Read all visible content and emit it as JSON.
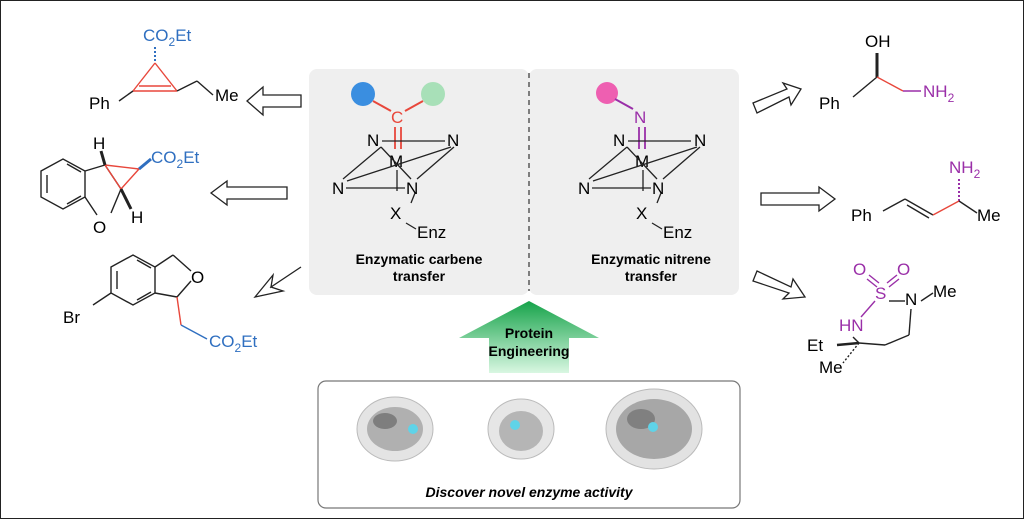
{
  "colors": {
    "blue": "#2f6fc0",
    "red": "#e8473b",
    "magenta": "#9a2fa8",
    "pink": "#ee5fb1",
    "green_ball": "#a8e0b8",
    "blue_ball": "#3a8ee0",
    "panel_bg": "#f0f0f0",
    "arrow_green": "#22c55e"
  },
  "carbene": {
    "c_atom": "C",
    "m_atom": "M",
    "n_atom": "N",
    "x_atom": "X",
    "enz": "Enz",
    "label_line1": "Enzymatic carbene",
    "label_line2": "transfer"
  },
  "nitrene": {
    "n_top": "N",
    "m_atom": "M",
    "n_atom": "N",
    "x_atom": "X",
    "enz": "Enz",
    "label_line1": "Enzymatic nitrene",
    "label_line2": "transfer"
  },
  "arrow": {
    "line1": "Protein",
    "line2": "Engineering"
  },
  "bottom": {
    "caption": "Discover novel enzyme activity"
  },
  "products": {
    "cyclopropene": {
      "ester": "CO",
      "ester_sub": "2",
      "ester_end": "Et",
      "ph": "Ph",
      "me": "Me"
    },
    "cyclopropane": {
      "h1": "H",
      "h2": "H",
      "ester": "CO",
      "ester_sub": "2",
      "ester_end": "Et",
      "o": "O"
    },
    "phthalan": {
      "br": "Br",
      "o": "O",
      "ester": "CO",
      "ester_sub": "2",
      "ester_end": "Et"
    },
    "aminoalcohol": {
      "oh": "OH",
      "ph": "Ph",
      "nh": "NH",
      "nh_sub": "2"
    },
    "allylamine": {
      "nh": "NH",
      "nh_sub": "2",
      "ph": "Ph",
      "me": "Me"
    },
    "sulfamide": {
      "o1": "O",
      "o2": "O",
      "s": "S",
      "hn": "HN",
      "n": "N",
      "me": "Me",
      "et": "Et",
      "me2": "Me"
    }
  }
}
